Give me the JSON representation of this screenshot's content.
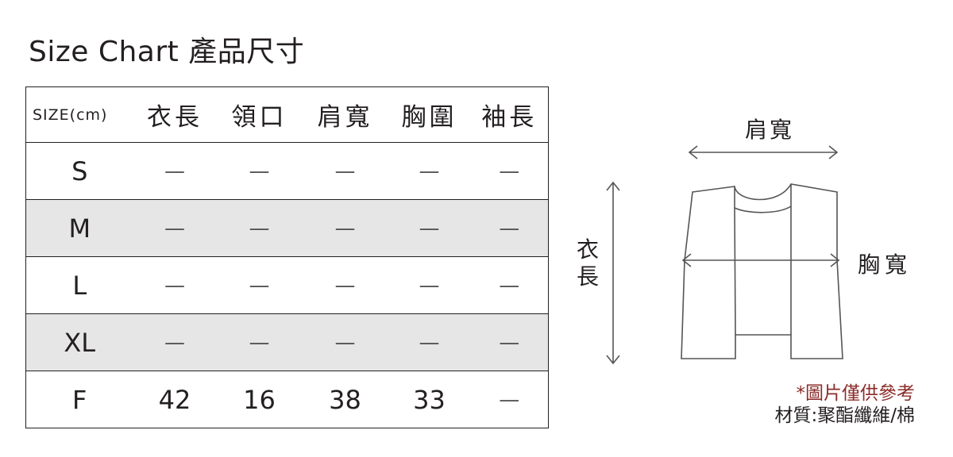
{
  "title": "Size Chart 產品尺寸",
  "table": {
    "headers": [
      "SIZE(cm)",
      "衣長",
      "領口",
      "肩寬",
      "胸圍",
      "袖長"
    ],
    "rows": [
      {
        "size": "S",
        "values": [
          "—",
          "—",
          "—",
          "—",
          "—"
        ]
      },
      {
        "size": "M",
        "values": [
          "—",
          "—",
          "—",
          "—",
          "—"
        ]
      },
      {
        "size": "L",
        "values": [
          "—",
          "—",
          "—",
          "—",
          "—"
        ]
      },
      {
        "size": "XL",
        "values": [
          "—",
          "—",
          "—",
          "—",
          "—"
        ]
      },
      {
        "size": "F",
        "values": [
          "42",
          "16",
          "38",
          "33",
          "—"
        ]
      }
    ]
  },
  "diagram": {
    "shoulder_label": "肩寬",
    "chest_label": "胸寬",
    "length_label": "衣長",
    "icon": "vest-outline-icon"
  },
  "notes": {
    "disclaimer": "*圖片僅供參考",
    "material": "材質:聚酯纖維/棉"
  },
  "colors": {
    "text": "#231f20",
    "row_shade": "#e6e6e6",
    "disclaimer": "#8b2d2a",
    "diagram_line": "#555555"
  }
}
